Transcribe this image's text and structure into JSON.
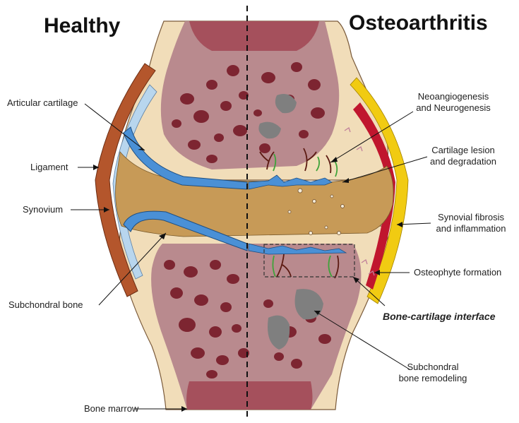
{
  "titles": {
    "healthy": "Healthy",
    "osteoarthritis": "Osteoarthritis"
  },
  "labels": {
    "articular_cartilage": "Articular cartilage",
    "ligament": "Ligament",
    "synovium": "Synovium",
    "subchondral_bone": "Subchondral bone",
    "bone_marrow": "Bone marrow",
    "neoangiogenesis_line1": "Neoangiogenesis",
    "neoangiogenesis_line2": "and Neurogenesis",
    "cartilage_lesion_line1": "Cartilage lesion",
    "cartilage_lesion_line2": "and degradation",
    "synovial_fibrosis_line1": "Synovial fibrosis",
    "synovial_fibrosis_line2": "and inflammation",
    "osteophyte_formation": "Osteophyte formation",
    "bone_cartilage_interface": "Bone-cartilage interface",
    "subchondral_remodeling_line1": "Subchondral",
    "subchondral_remodeling_line2": "bone remodeling"
  },
  "colors": {
    "bone_outer": "#f1ddb9",
    "bone_inner": "#b98a8e",
    "marrow_cavity": "#7d2531",
    "bone_marrow_band": "#a5505c",
    "cartilage": "#4a90d6",
    "synovial_fluid": "#c79a57",
    "ligament": "#b4562c",
    "synovium": "#b8d6ee",
    "synovial_fibrosis": "#c0162e",
    "inflammation": "#f1cb12",
    "remodeling": "#7f7f7f",
    "vessels": "#5c1a12",
    "nerves": "#3fa33a"
  }
}
